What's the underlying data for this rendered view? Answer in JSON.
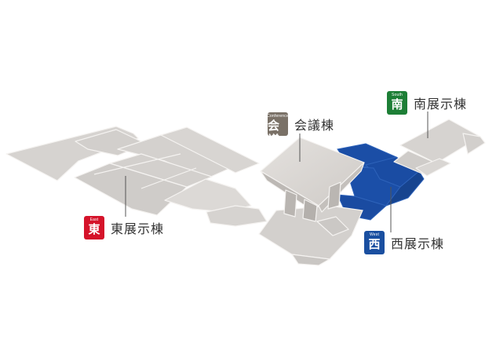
{
  "halls": {
    "conference": {
      "badge_en": "Conference",
      "badge_jp": "会議",
      "name": "会議棟",
      "badge_color": "#7a7167"
    },
    "south": {
      "badge_en": "South",
      "badge_jp": "南",
      "name": "南展示棟",
      "badge_color": "#1d7f36"
    },
    "east": {
      "badge_en": "East",
      "badge_jp": "東",
      "name": "東展示棟",
      "badge_color": "#d5132a"
    },
    "west": {
      "badge_en": "West",
      "badge_jp": "西",
      "name": "西展示棟",
      "badge_color": "#1a4fa0"
    }
  },
  "colors": {
    "building": "#d8d5d2",
    "building_top": "#e6e3e0",
    "building_edge": "#f4f2f0",
    "shadow": "#c4c0bc",
    "highlight": "#1b4ea6",
    "highlight_dark": "#123d85"
  }
}
